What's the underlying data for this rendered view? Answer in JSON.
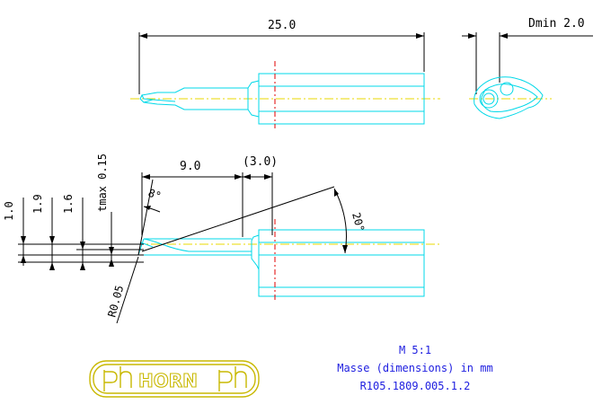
{
  "dimensions": {
    "total_length": "25.0",
    "dmin": "Dmin  2.0",
    "length_9": "9.0",
    "length_3": "(3.0)",
    "angle_8": "8°",
    "angle_20": "20°",
    "height_1_0": "1.0",
    "height_1_9": "1.9",
    "height_1_6": "1.6",
    "tmax": "tmax 0.15",
    "radius": "R0.05"
  },
  "info": {
    "scale": "M 5:1",
    "units": "Masse (dimensions) in mm",
    "part_number": "R105.1809.005.1.2"
  },
  "logo": {
    "text": "HORN"
  },
  "colors": {
    "part_outline": "#00d8e8",
    "centerline_yellow": "#e8d800",
    "centerline_red": "#e00000",
    "info_text": "#2020e0",
    "logo": "#c8b800"
  }
}
